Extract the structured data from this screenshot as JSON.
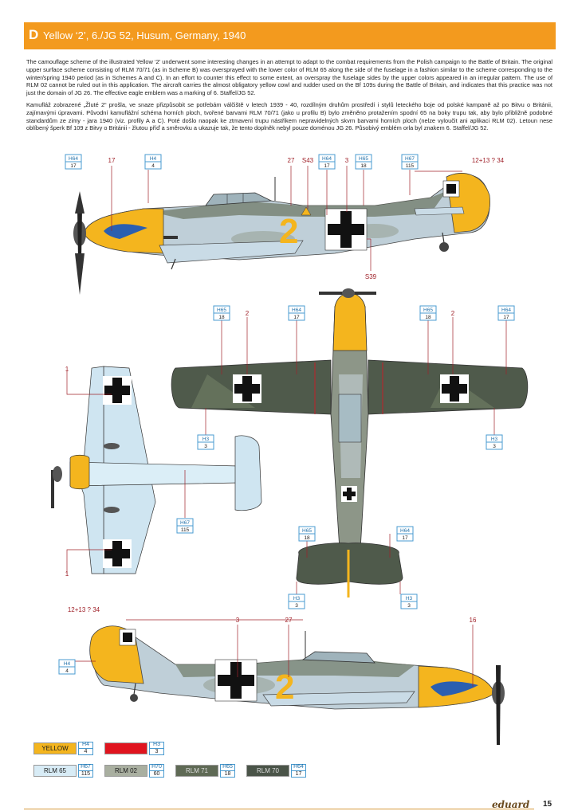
{
  "header": {
    "letter": "D",
    "title": "Yellow ‘2’, 6./JG 52, Husum, Germany, 1940"
  },
  "text": {
    "english": "The camouflage scheme of the illustrated Yellow ‘2’ underwent some interesting changes in an attempt to adapt to the combat requirements from the Polish campaign to the Battle of Britain. The original upper surface scheme consisting of RLM 70/71 (as in Scheme B) was oversprayed with the lower color of RLM 65 along the side of the fuselage in a fashion similar to the scheme corresponding to the winter/spring 1940 period (as in Schemes A and C). In an effort to counter this effect to some extent, an overspray the fuselage sides by the upper colors appeared in an irregular pattern. The use of RLM 02 cannot be ruled out in this application. The aircraft carries the almost obligatory yellow cowl and rudder used on the Bf 109s during the Battle of Britain, and indicates that this practice was not just the domain of JG 26. The effective eagle emblem was a marking of 6. Staffel/JG 52.",
    "czech": "Kamufláž zobrazené „Žluté 2“ prošla, ve snaze přizpůsobit se potřebám válčiště v letech 1939 - 40, rozdílným druhům prostředí i stylů leteckého boje od polské kampaně až po Bitvu o Británii, zajímavými úpravami. Původní kamuflážní schéma horních ploch, tvořené barvami RLM 70/71 (jako u profilu B) bylo změněno protažením spodní 65 na boky trupu tak, aby bylo přibližně podobné standardům ze zimy - jara 1940 (viz. profily A a C). Poté došlo naopak ke ztmavení trupu nástřikem nepravidelných skvrn barvami horních ploch (nelze vyloučit ani aplikaci RLM 02). Letoun nese oblíbený šperk Bf 109 z Bitvy o Británii - žlutou příď a směrovku a ukazuje tak, že tento doplněk nebyl pouze doménou JG 26. Působivý emblém orla byl znakem 6. Staffel/JG 52."
  },
  "callouts": {
    "h64_17": {
      "top": "H64",
      "bottom": "17"
    },
    "h4_4": {
      "top": "H4",
      "bottom": "4"
    },
    "h65_18": {
      "top": "H65",
      "bottom": "18"
    },
    "h67_115": {
      "top": "H67",
      "bottom": "115"
    },
    "h3_3": {
      "top": "H3",
      "bottom": "3"
    }
  },
  "labels": {
    "n17": "17",
    "n27": "27",
    "s43": "S43",
    "n3": "3",
    "reg": "12+13 ? 34",
    "s39": "S39",
    "n2": "2",
    "n1": "1",
    "n16": "16",
    "fuselage_number": "2"
  },
  "legend": [
    {
      "name": "YELLOW",
      "code_top": "H4",
      "code_bottom": "4",
      "bg": "#f4b51e",
      "fg": "#222"
    },
    {
      "name": "RED",
      "code_top": "H3",
      "code_bottom": "3",
      "bg": "#e0141e",
      "fg": "#e0141e"
    },
    {
      "name": "RLM 65",
      "code_top": "H67",
      "code_bottom": "115",
      "bg": "#d8ecf6",
      "fg": "#222"
    },
    {
      "name": "RLM 02",
      "code_top": "H70",
      "code_bottom": "60",
      "bg": "#a9afa0",
      "fg": "#222"
    },
    {
      "name": "RLM 71",
      "code_top": "H65",
      "code_bottom": "18",
      "bg": "#5f6a55",
      "fg": "#ddd"
    },
    {
      "name": "RLM 70",
      "code_top": "H64",
      "code_bottom": "17",
      "bg": "#4a5448",
      "fg": "#ddd"
    }
  ],
  "footer": {
    "brand": "eduard",
    "page": "15"
  },
  "colors": {
    "accent": "#f39a1e",
    "yellow": "#f4b51e",
    "rlm65": "#c9dbe6",
    "rlm70": "#4a5448",
    "rlm71": "#5f6a55",
    "callout_blue": "#4a9bd0",
    "leader_red": "#a0222a"
  }
}
